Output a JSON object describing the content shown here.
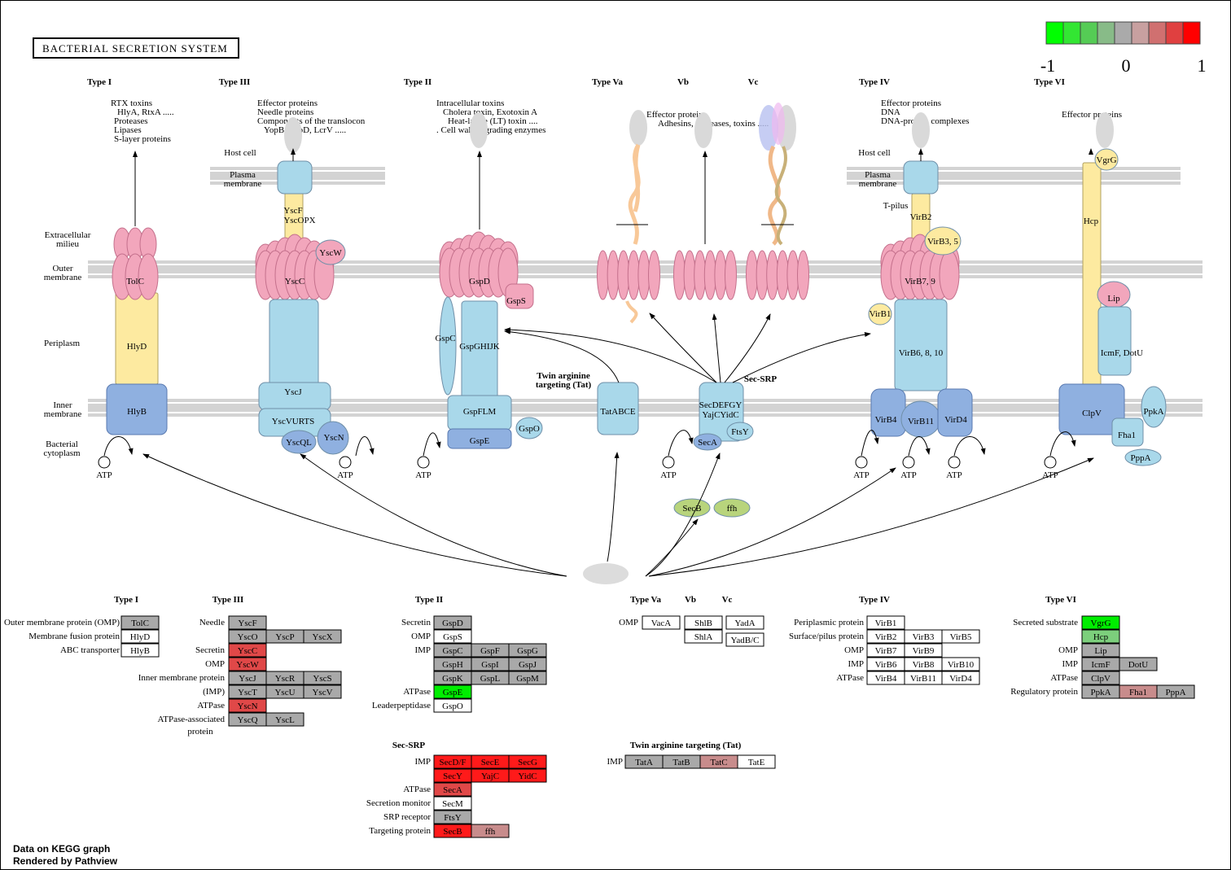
{
  "title": "BACTERIAL SECRETION SYSTEM",
  "legend": {
    "min": "-1",
    "mid": "0",
    "max": "1",
    "colors": [
      "#00ff00",
      "#33e633",
      "#55cc55",
      "#88bb88",
      "#aaaaaa",
      "#c8a0a0",
      "#d07070",
      "#e04040",
      "#ff0000"
    ]
  },
  "footer": {
    "line1": "Data on KEGG graph",
    "line2": "Rendered by Pathview"
  },
  "colors": {
    "pink": "#f2a6bc",
    "blue": "#a9d8ea",
    "steel": "#8fb0e0",
    "yellow": "#fdeaa0",
    "green": "#b8d47c",
    "gray": "#a9a9a9",
    "white": "#ffffff"
  },
  "type_headers": [
    {
      "id": "t1",
      "label": "Type I"
    },
    {
      "id": "t3",
      "label": "Type III"
    },
    {
      "id": "t2",
      "label": "Type II"
    },
    {
      "id": "t5a",
      "label": "Type Va"
    },
    {
      "id": "t5b",
      "label": "Vb"
    },
    {
      "id": "t5c",
      "label": "Vc"
    },
    {
      "id": "t4",
      "label": "Type IV"
    },
    {
      "id": "t6",
      "label": "Type VI"
    }
  ],
  "region_labels": {
    "extracellular": "Extracellular milieu",
    "outer_membrane": "Outer membrane",
    "periplasm": "Periplasm",
    "inner_membrane": "Inner membrane",
    "cytoplasm": "Bacterial cytoplasm",
    "host_cell": "Host cell",
    "plasma_membrane": "Plasma membrane",
    "t_pilus": "T-pilus",
    "tat": "Twin arginine targeting (Tat)",
    "secsrp": "Sec-SRP"
  },
  "substrates": {
    "t1": [
      "RTX toxins",
      "HlyA, RtxA .....",
      "Proteases",
      "Lipases",
      "S-layer proteins"
    ],
    "t3": [
      "Effector proteins",
      "Needle proteins",
      "Components of the translocon",
      "YopB, YopD, LcrV ....."
    ],
    "t2": [
      "Intracellular toxins",
      "Cholera toxin, Exotoxin A",
      "Heat-labile (LT) toxin ....",
      ". Cell wall-degrading enzymes"
    ],
    "t5": [
      "Effector proteins",
      "Adhesins, proteases, toxins ....."
    ],
    "t4": [
      "Effector proteins",
      "DNA",
      "DNA-protein complexes"
    ],
    "t6": [
      "Effector proteins"
    ]
  },
  "atp": "ATP",
  "nodes": {
    "tolc": "TolC",
    "hlyd": "HlyD",
    "hlyb": "HlyB",
    "yscf": "YscF",
    "yscopx": "YscOPX",
    "yscc": "YscC",
    "yscw": "YscW",
    "yscj": "YscJ",
    "yscvurts": "YscVURTS",
    "yscql": "YscQL",
    "yscn": "YscN",
    "gspd": "GspD",
    "gsps": "GspS",
    "gspc": "GspC",
    "gspghijk": "GspGHIJK",
    "gspflm": "GspFLM",
    "gspe": "GspE",
    "gspo": "GspO",
    "tatabce": "TatABCE",
    "secdefgy": "SecDEFGY",
    "yajcyidc": "YajCYidC",
    "secA": "SecA",
    "ftsy": "FtsY",
    "secb": "SecB",
    "ffh": "ffh",
    "virb2": "VirB2",
    "virb35": "VirB3, 5",
    "virb79": "VirB7, 9",
    "virb1": "VirB1",
    "virb6810": "VirB6, 8, 10",
    "virb4": "VirB4",
    "virb11": "VirB11",
    "virb4b": "VirD4",
    "hcp": "Hcp",
    "vgrg": "VgrG",
    "lip": "Lip",
    "icmf": "IcmF, DotU",
    "clpv": "ClpV",
    "ppka": "PpkA",
    "fha1": "Fha1",
    "pppa": "PppA"
  },
  "tables": [
    {
      "id": "tbl1",
      "header": "Type I",
      "rows": [
        {
          "label": "Outer membrane  protein (OMP)",
          "cells": [
            [
              "TolC",
              "gray"
            ]
          ]
        },
        {
          "label": "Membrane fusion protein",
          "cells": [
            [
              "HlyD",
              "white"
            ]
          ]
        },
        {
          "label": "ABC transporter",
          "cells": [
            [
              "HlyB",
              "white"
            ]
          ]
        }
      ]
    },
    {
      "id": "tbl3",
      "header": "Type III",
      "rows": [
        {
          "label": "Needle",
          "cells": [
            [
              "YscF",
              "gray"
            ]
          ]
        },
        {
          "label": "",
          "cells": [
            [
              "YscO",
              "gray"
            ],
            [
              "YscP",
              "gray"
            ],
            [
              "YscX",
              "gray"
            ]
          ]
        },
        {
          "label": "Secretin",
          "cells": [
            [
              "YscC",
              "red2"
            ]
          ]
        },
        {
          "label": "OMP",
          "cells": [
            [
              "YscW",
              "red2"
            ]
          ]
        },
        {
          "label": "Inner membrane protein",
          "cells": [
            [
              "YscJ",
              "gray"
            ],
            [
              "YscR",
              "gray"
            ],
            [
              "YscS",
              "gray"
            ]
          ]
        },
        {
          "label": "(IMP)",
          "cells": [
            [
              "YscT",
              "gray"
            ],
            [
              "YscU",
              "gray"
            ],
            [
              "YscV",
              "gray"
            ]
          ]
        },
        {
          "label": "ATPase",
          "cells": [
            [
              "YscN",
              "red2"
            ]
          ]
        },
        {
          "label": "ATPase-associated",
          "cells": [
            [
              "YscQ",
              "gray"
            ],
            [
              "YscL",
              "gray"
            ]
          ]
        }
      ],
      "extra": "protein"
    },
    {
      "id": "tbl2",
      "header": "Type II",
      "rows": [
        {
          "label": "Secretin",
          "cells": [
            [
              "GspD",
              "gray"
            ]
          ]
        },
        {
          "label": "OMP",
          "cells": [
            [
              "GspS",
              "white"
            ]
          ]
        },
        {
          "label": "IMP",
          "cells": [
            [
              "GspC",
              "gray"
            ],
            [
              "GspF",
              "gray"
            ],
            [
              "GspG",
              "gray"
            ]
          ]
        },
        {
          "label": "",
          "cells": [
            [
              "GspH",
              "gray"
            ],
            [
              "GspI",
              "gray"
            ],
            [
              "GspJ",
              "gray"
            ]
          ]
        },
        {
          "label": "",
          "cells": [
            [
              "GspK",
              "gray"
            ],
            [
              "GspL",
              "gray"
            ],
            [
              "GspM",
              "gray"
            ]
          ]
        },
        {
          "label": "ATPase",
          "cells": [
            [
              "GspE",
              "green"
            ]
          ]
        },
        {
          "label": "Leaderpeptidase",
          "cells": [
            [
              "GspO",
              "white"
            ]
          ]
        }
      ]
    },
    {
      "id": "tblsec",
      "header": "Sec-SRP",
      "rows": [
        {
          "label": "IMP",
          "cells": [
            [
              "SecD/F",
              "red"
            ],
            [
              "SecE",
              "red"
            ],
            [
              "SecG",
              "red"
            ]
          ]
        },
        {
          "label": "",
          "cells": [
            [
              "SecY",
              "red"
            ],
            [
              "YajC",
              "red"
            ],
            [
              "YidC",
              "red"
            ]
          ]
        },
        {
          "label": "ATPase",
          "cells": [
            [
              "SecA",
              "red2"
            ]
          ]
        },
        {
          "label": "Secretion monitor",
          "cells": [
            [
              "SecM",
              "white"
            ]
          ]
        },
        {
          "label": "SRP receptor",
          "cells": [
            [
              "FtsY",
              "gray"
            ]
          ]
        },
        {
          "label": "Targeting protein",
          "cells": [
            [
              "SecB",
              "red"
            ],
            [
              "ffh",
              "pinkish"
            ]
          ]
        }
      ]
    },
    {
      "id": "tbltat",
      "header": "Twin arginine targeting (Tat)",
      "rows": [
        {
          "label": "IMP",
          "cells": [
            [
              "TatA",
              "gray"
            ],
            [
              "TatB",
              "gray"
            ],
            [
              "TatC",
              "pinkish"
            ],
            [
              "TatE",
              "white"
            ]
          ]
        }
      ]
    },
    {
      "id": "tbl4",
      "header": "Type IV",
      "rows": [
        {
          "label": "Periplasmic protein",
          "cells": [
            [
              "VirB1",
              "white"
            ]
          ]
        },
        {
          "label": "Surface/pilus protein",
          "cells": [
            [
              "VirB2",
              "white"
            ],
            [
              "VirB3",
              "white"
            ],
            [
              "VirB5",
              "white"
            ]
          ]
        },
        {
          "label": "OMP",
          "cells": [
            [
              "VirB7",
              "white"
            ],
            [
              "VirB9",
              "white"
            ]
          ]
        },
        {
          "label": "IMP",
          "cells": [
            [
              "VirB6",
              "white"
            ],
            [
              "VirB8",
              "white"
            ],
            [
              "VirB10",
              "white"
            ]
          ]
        },
        {
          "label": "ATPase",
          "cells": [
            [
              "VirB4",
              "white"
            ],
            [
              "VirB11",
              "white"
            ],
            [
              "VirD4",
              "white"
            ]
          ]
        }
      ]
    },
    {
      "id": "tbl6",
      "header": "Type VI",
      "rows": [
        {
          "label": "Secreted substrate",
          "cells": [
            [
              "VgrG",
              "green"
            ]
          ]
        },
        {
          "label": "",
          "cells": [
            [
              "Hcp",
              "ltgreen"
            ]
          ]
        },
        {
          "label": "OMP",
          "cells": [
            [
              "Lip",
              "gray"
            ]
          ]
        },
        {
          "label": "IMP",
          "cells": [
            [
              "IcmF",
              "gray"
            ],
            [
              "DotU",
              "gray"
            ]
          ]
        },
        {
          "label": "ATPase",
          "cells": [
            [
              "ClpV",
              "gray"
            ]
          ]
        },
        {
          "label": "Regulatory protein",
          "cells": [
            [
              "PpkA",
              "gray"
            ],
            [
              "Fha1",
              "pinkish"
            ],
            [
              "PppA",
              "gray"
            ]
          ]
        }
      ]
    },
    {
      "id": "tbl5",
      "header": "Type Va",
      "rows": [
        {
          "label": "OMP",
          "cells": [
            [
              "VacA",
              "white"
            ]
          ]
        }
      ]
    }
  ],
  "t5_extra": {
    "vb": "Vb",
    "vc": "Vc",
    "shlb": "ShlB",
    "shla": "ShlA",
    "yada": "YadA",
    "yadbc": "YadB/C"
  }
}
